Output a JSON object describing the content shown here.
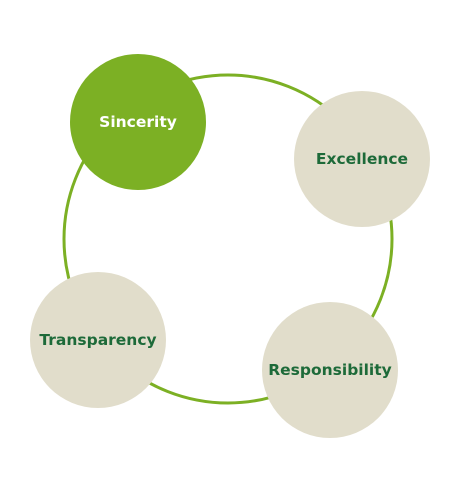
{
  "diagram": {
    "nodes": [
      {
        "label": "Sincerity",
        "state": "active"
      },
      {
        "label": "Excellence",
        "state": "inactive"
      },
      {
        "label": "Responsibility",
        "state": "inactive"
      },
      {
        "label": "Transparency",
        "state": "inactive"
      }
    ],
    "colors": {
      "ring": "#7cb024",
      "active_fill": "#7cb024",
      "active_text": "#ffffff",
      "inactive_fill": "#e1ddcb",
      "inactive_text": "#1d6a39"
    }
  }
}
